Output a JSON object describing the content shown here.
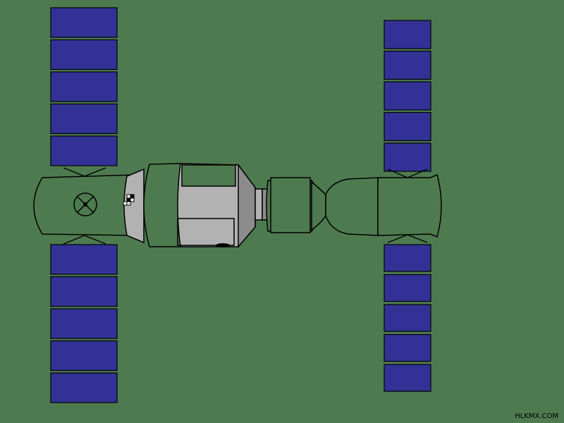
{
  "colors": {
    "background": "#4e7a50",
    "panel": "#323296",
    "body_green": "#4e7a50",
    "hull_gray": "#b2b2b2",
    "hull_dark_gray": "#8c8c8c",
    "outline": "#000000",
    "hatch_white": "#ffffff"
  },
  "panel_groups": [
    {
      "id": "left-upper",
      "count": 5
    },
    {
      "id": "left-lower",
      "count": 5
    },
    {
      "id": "right-upper",
      "count": 5
    },
    {
      "id": "right-lower",
      "count": 5
    }
  ],
  "icons": [
    "docking-target-icon",
    "grid-hatch-icon"
  ],
  "watermark": "HLKMX.COM"
}
